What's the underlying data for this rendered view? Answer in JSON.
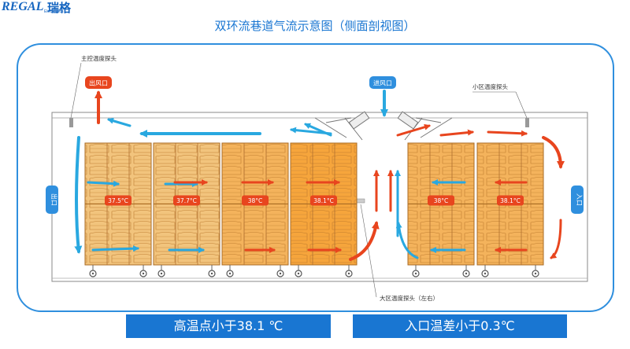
{
  "header": {
    "logo_text": "REGAL",
    "logo_cn": "瑞格",
    "logo_sub": "Electronics",
    "title": "双环流巷道气流示意图（侧面剖视图）"
  },
  "labels": {
    "outlet_tag": "出风口",
    "inlet_tag": "进风口",
    "main_probe": "主控温度探头",
    "zone_probe": "小区温度探头",
    "large_probe": "大区温度探头（左右）",
    "left_exit": "出口",
    "right_entry": "入口"
  },
  "racks": [
    {
      "temp": "37.5°C",
      "shade": "light"
    },
    {
      "temp": "37.7°C",
      "shade": "light"
    },
    {
      "temp": "38°C",
      "shade": "mid"
    },
    {
      "temp": "38.1°C",
      "shade": "dark"
    },
    {
      "temp": "38°C",
      "shade": "mid"
    },
    {
      "temp": "38.1°C",
      "shade": "mid"
    }
  ],
  "footer": {
    "left": "高温点小于38.1 ℃",
    "right": "入口温差小于0.3℃"
  },
  "colors": {
    "blue_arrow": "#29a8e0",
    "red_arrow": "#e8451e",
    "rack_light": "#f2c47d",
    "rack_mid": "#f4b35c",
    "rack_dark": "#f6a53c",
    "banner": "#1976d2"
  }
}
